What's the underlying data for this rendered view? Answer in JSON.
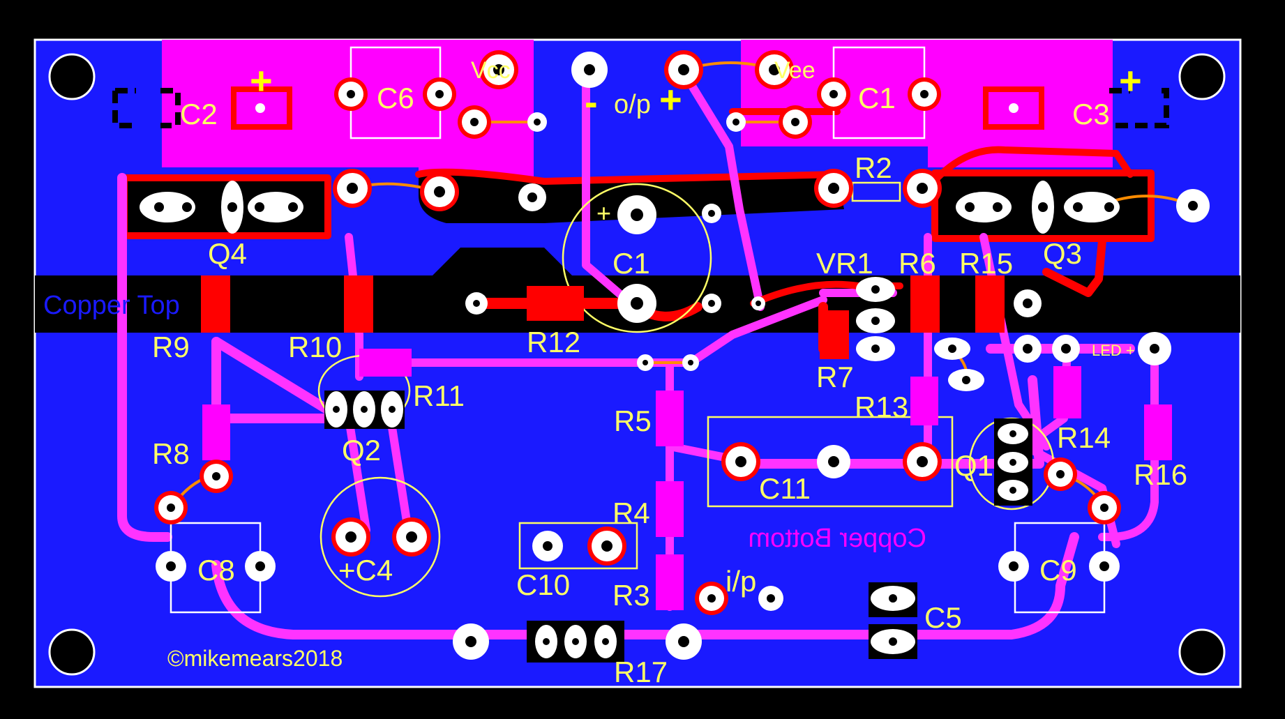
{
  "board": {
    "colors": {
      "background": "#000000",
      "copper_bottom": "#1a1aff",
      "copper_top": "#ff00ff",
      "trace_red": "#ff0000",
      "silkscreen": "#ffff66",
      "pad": "#ffffff",
      "jumper": "#ff8c00"
    },
    "layer_labels": {
      "copper_top": "Copper Top",
      "copper_bottom": "Copper Bottom"
    },
    "copyright": "©mikemears2018",
    "connectors": {
      "vcc": "Vcc",
      "vee": "Vee",
      "op_minus": "-",
      "op": "o/p",
      "op_plus": "+",
      "ip": "i/p",
      "led": "LED +"
    },
    "components": {
      "C2": "C2",
      "C2_plus": "+",
      "C6": "C6",
      "C1_top": "C1",
      "C3": "C3",
      "C3_plus": "+",
      "R2": "R2",
      "Q4": "Q4",
      "Q3": "Q3",
      "C1_center": "C1",
      "C1_center_plus": "+",
      "VR1": "VR1",
      "R6": "R6",
      "R15": "R15",
      "R9": "R9",
      "R10": "R10",
      "R12": "R12",
      "R7": "R7",
      "R11": "R11",
      "R13": "R13",
      "R5": "R5",
      "R8": "R8",
      "Q2": "Q2",
      "C11": "C11",
      "Q1": "Q1",
      "R14": "R14",
      "R16": "R16",
      "R4": "R4",
      "C4": "+C4",
      "C8": "C8",
      "C10": "C10",
      "C9": "C9",
      "R3": "R3",
      "C5": "C5",
      "R17": "R17"
    }
  }
}
